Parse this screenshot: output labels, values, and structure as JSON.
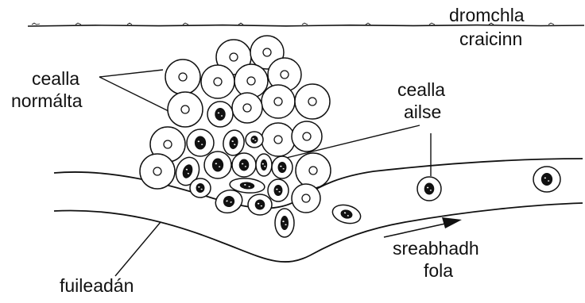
{
  "colors": {
    "ink": "#111111",
    "background": "#ffffff",
    "cell_fill": "#ffffff"
  },
  "labels": {
    "skin_surface": [
      "dromchla",
      "craicinn"
    ],
    "normal_cells": [
      "cealla",
      "normálta"
    ],
    "cancer_cells": [
      "cealla",
      "ailse"
    ],
    "blood_flow": [
      "sreabhadh",
      "fola"
    ],
    "blood_vessel": "fuileadán"
  }
}
